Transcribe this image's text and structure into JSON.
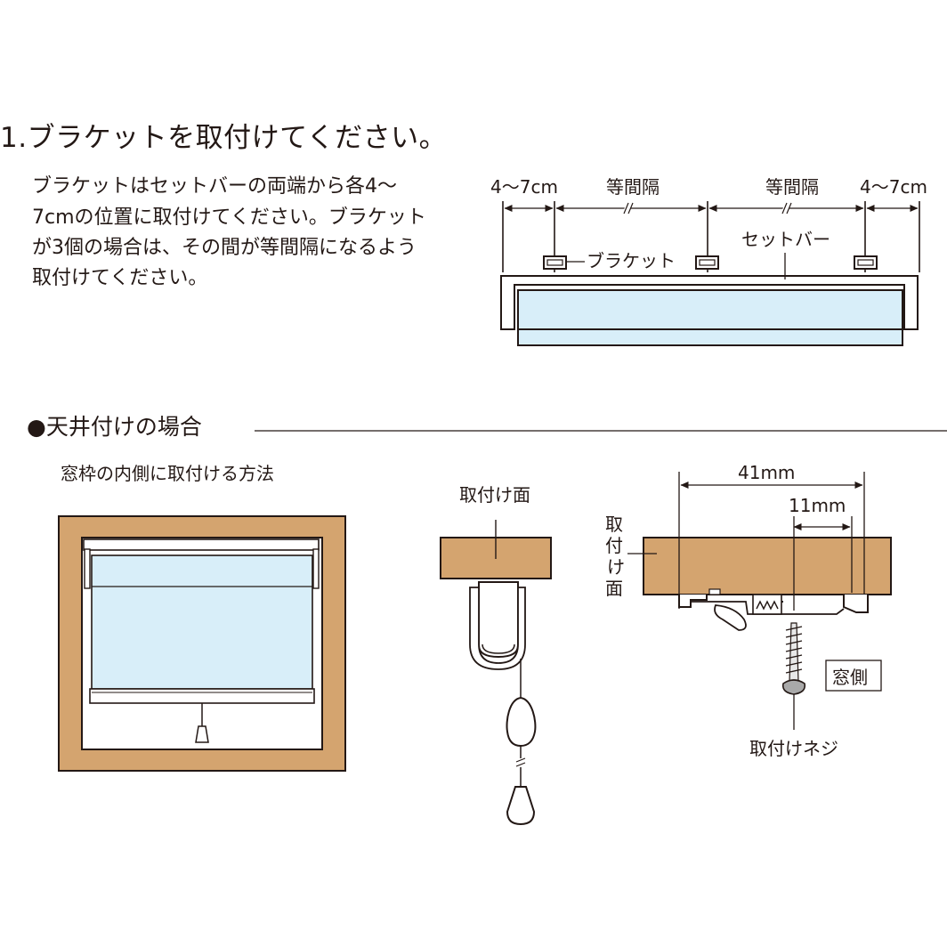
{
  "title": "1.ブラケットを取付けてください。",
  "description_lines": [
    "ブラケットはセットバーの両端から各4～",
    "7cmの位置に取付けてください。ブラケット",
    "が3個の場合は、その間が等間隔になるよう",
    "取付けてください。"
  ],
  "bracket_diagram": {
    "dim_edge_left": "4～7cm",
    "dim_equal_left": "等間隔",
    "dim_equal_right": "等間隔",
    "dim_edge_right": "4～7cm",
    "label_bracket": "ブラケット",
    "label_setbar": "セットバー"
  },
  "ceiling_section": {
    "heading": "●天井付けの場合",
    "subheading": "窓枠の内側に取付ける方法",
    "side_view_label": "取付け面",
    "vertical_label": [
      "取",
      "付",
      "け",
      "面"
    ],
    "dim_outer": "41mm",
    "dim_inner": "11mm",
    "window_side": "窓側",
    "screw_label": "取付けネジ"
  },
  "colors": {
    "wood": "#D4A46F",
    "blind": "#D8EEF9",
    "ink": "#231815"
  }
}
